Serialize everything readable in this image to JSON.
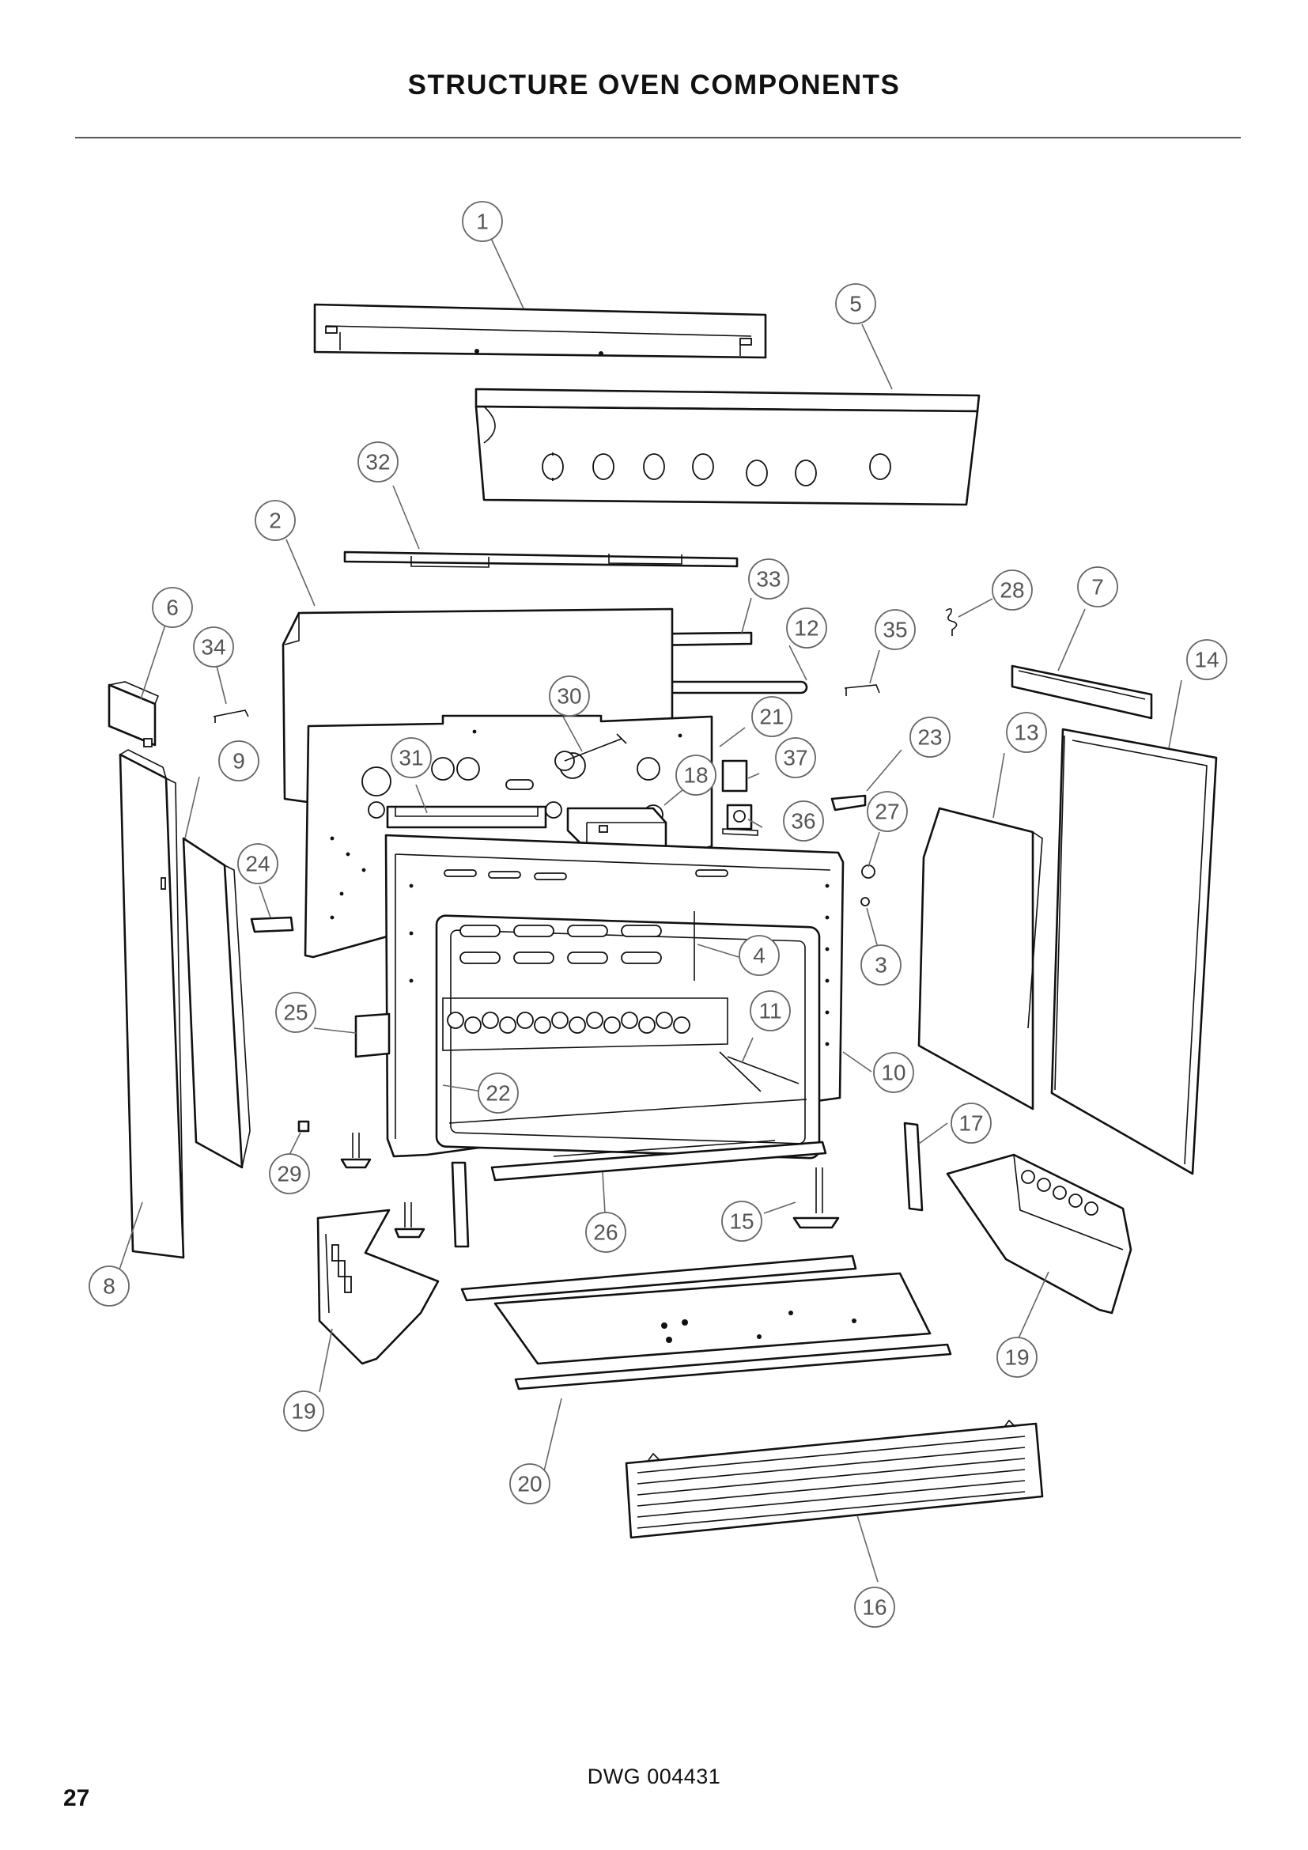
{
  "title": "STRUCTURE OVEN COMPONENTS",
  "drawing_number": "DWG 004431",
  "page_number": "27",
  "callouts": [
    "1",
    "2",
    "3",
    "4",
    "5",
    "6",
    "7",
    "8",
    "9",
    "10",
    "11",
    "12",
    "13",
    "14",
    "15",
    "16",
    "17",
    "18",
    "19",
    "19",
    "20",
    "21",
    "22",
    "23",
    "24",
    "25",
    "26",
    "27",
    "28",
    "29",
    "30",
    "31",
    "32",
    "33",
    "34",
    "35",
    "36",
    "37"
  ]
}
